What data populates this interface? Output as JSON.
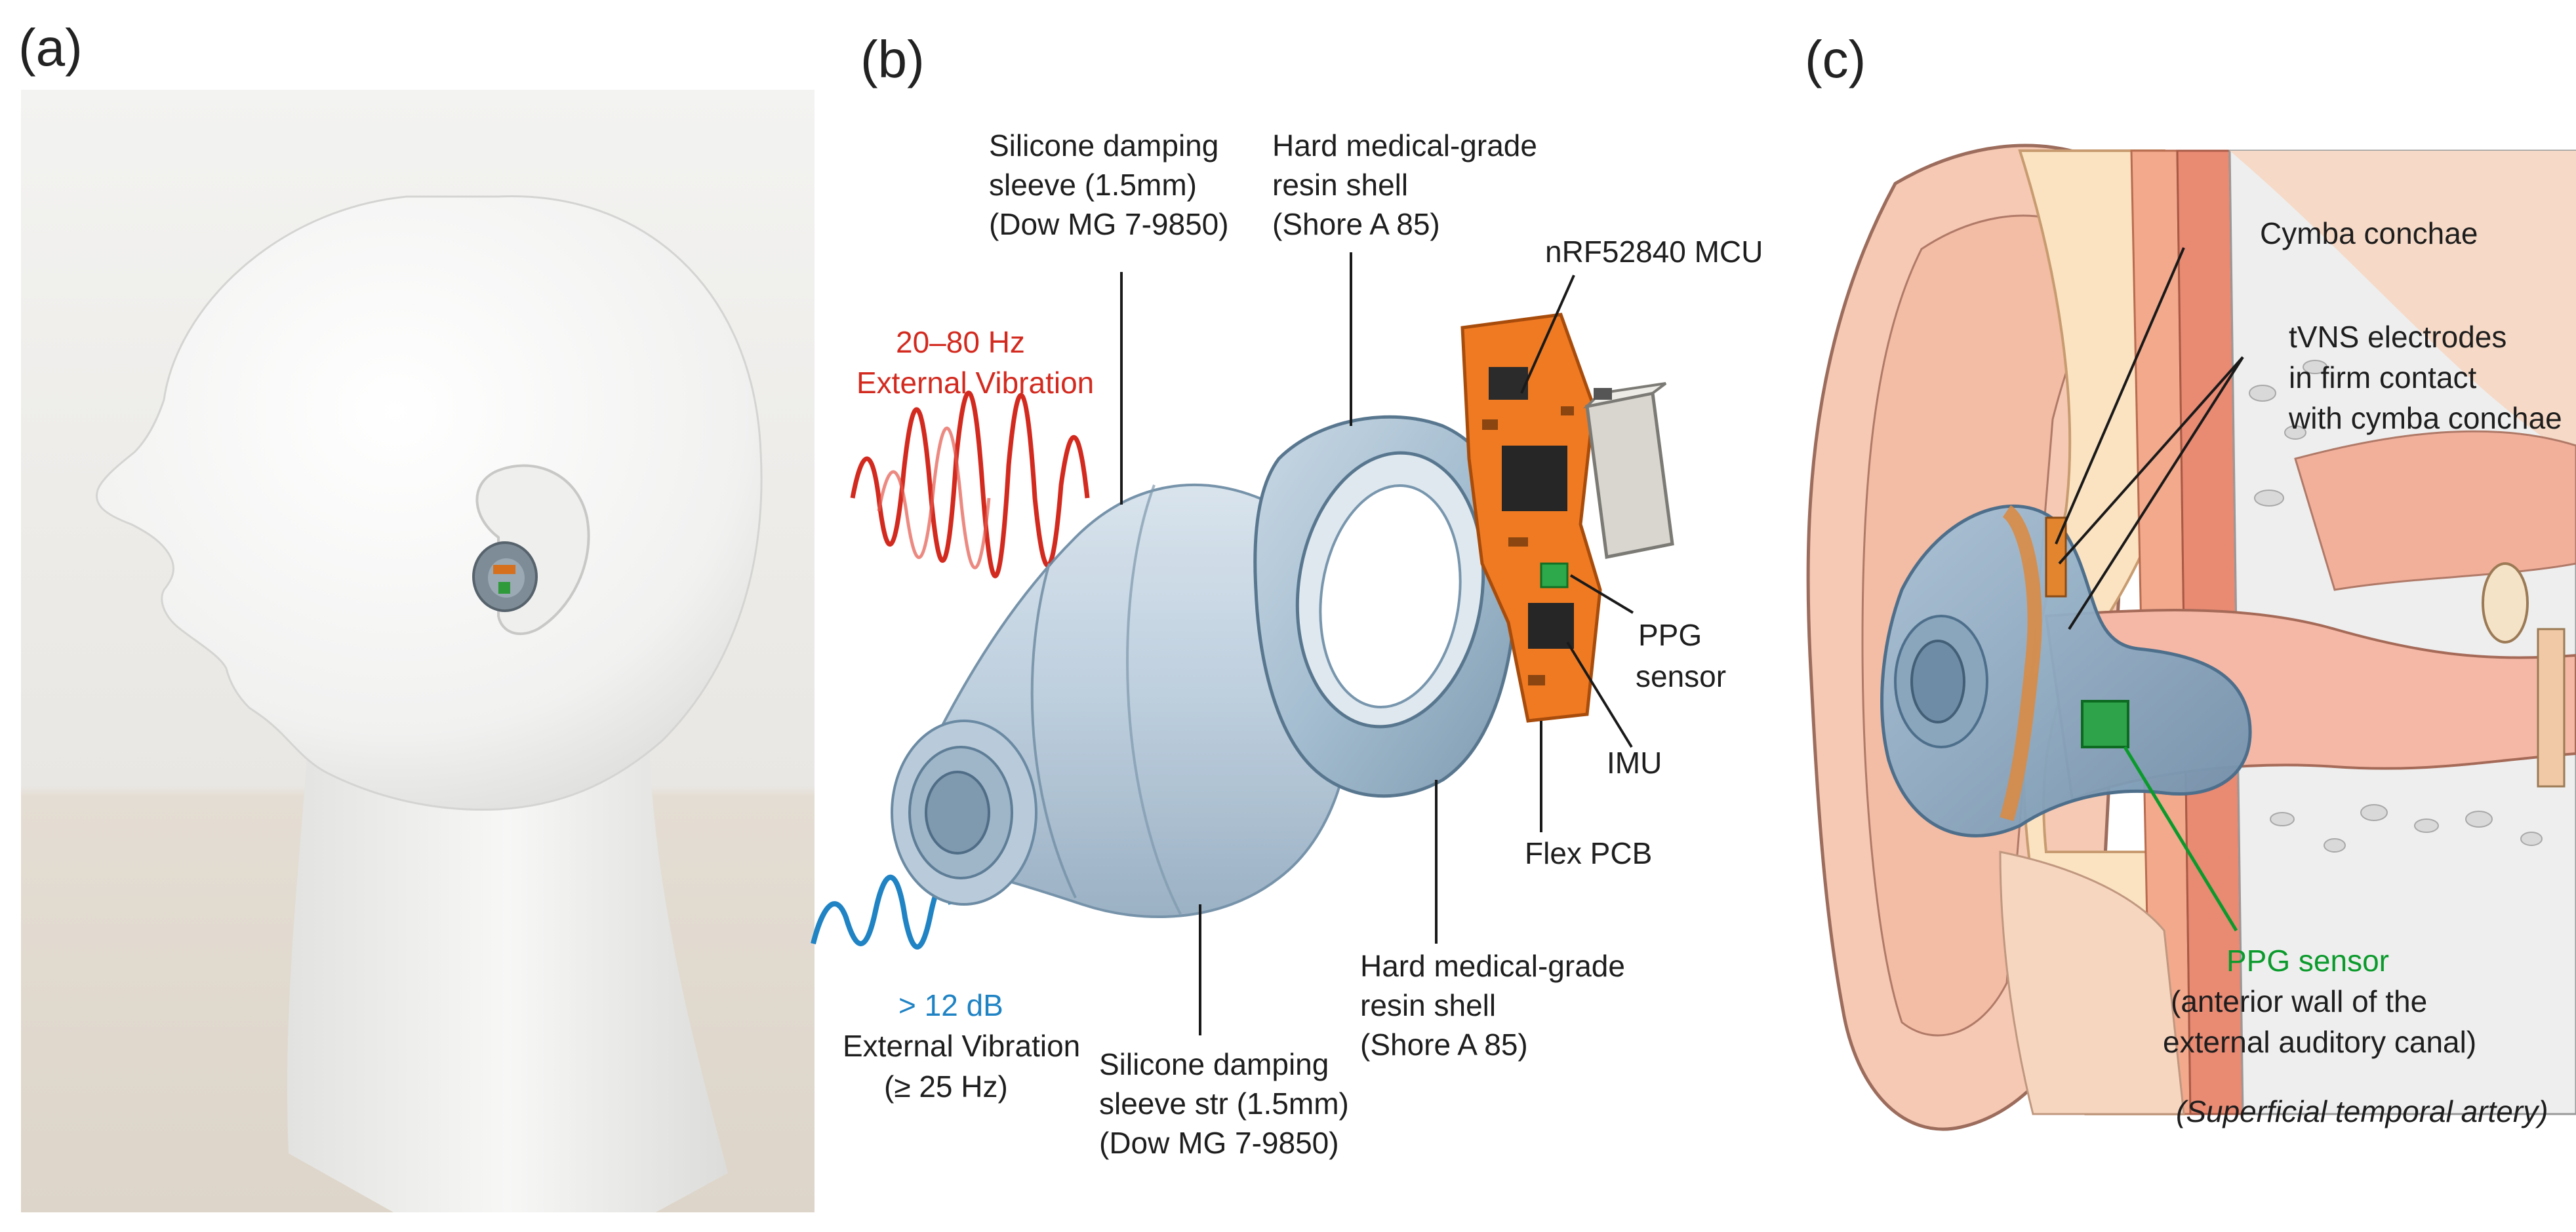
{
  "panels": {
    "a": {
      "label": "(a)"
    },
    "b": {
      "label": "(b)",
      "sleeve_top": [
        "Silicone damping",
        "sleeve (1.5mm)",
        "(Dow MG 7-9850)"
      ],
      "shell_top": [
        "Hard medical-grade",
        "resin shell",
        "(Shore A 85)"
      ],
      "mcu": "nRF52840 MCU",
      "ppg": [
        "PPG",
        "sensor"
      ],
      "imu": "IMU",
      "flex": "Flex PCB",
      "shell_bottom": [
        "Hard medical-grade",
        "resin shell",
        "(Shore A 85)"
      ],
      "sleeve_bottom": [
        "Silicone damping",
        "sleeve str (1.5mm)",
        "(Dow MG 7-9850)"
      ],
      "vib_red": [
        "20–80 Hz",
        "External Vibration"
      ],
      "vib_blue_value": "> 12 dB",
      "vib_blue": [
        "External Vibration",
        "(≥ 25 Hz)"
      ]
    },
    "c": {
      "label": "(c)",
      "cymba": "Cymba conchae",
      "tvns": [
        "tVNS electrodes",
        "in firm contact",
        "with cymba conchae"
      ],
      "ppg_title": "PPG sensor",
      "ppg_desc": [
        "(anterior wall of the",
        "external auditory canal)"
      ],
      "artery": "(Superficial temporal artery)"
    }
  },
  "colors": {
    "vibration_red": "#d32a1f",
    "vibration_blue": "#1f83c4",
    "ppg_green": "#0b9a2c",
    "pcb_orange": "#f07a22",
    "shell_blue": "#9fb8cc"
  }
}
